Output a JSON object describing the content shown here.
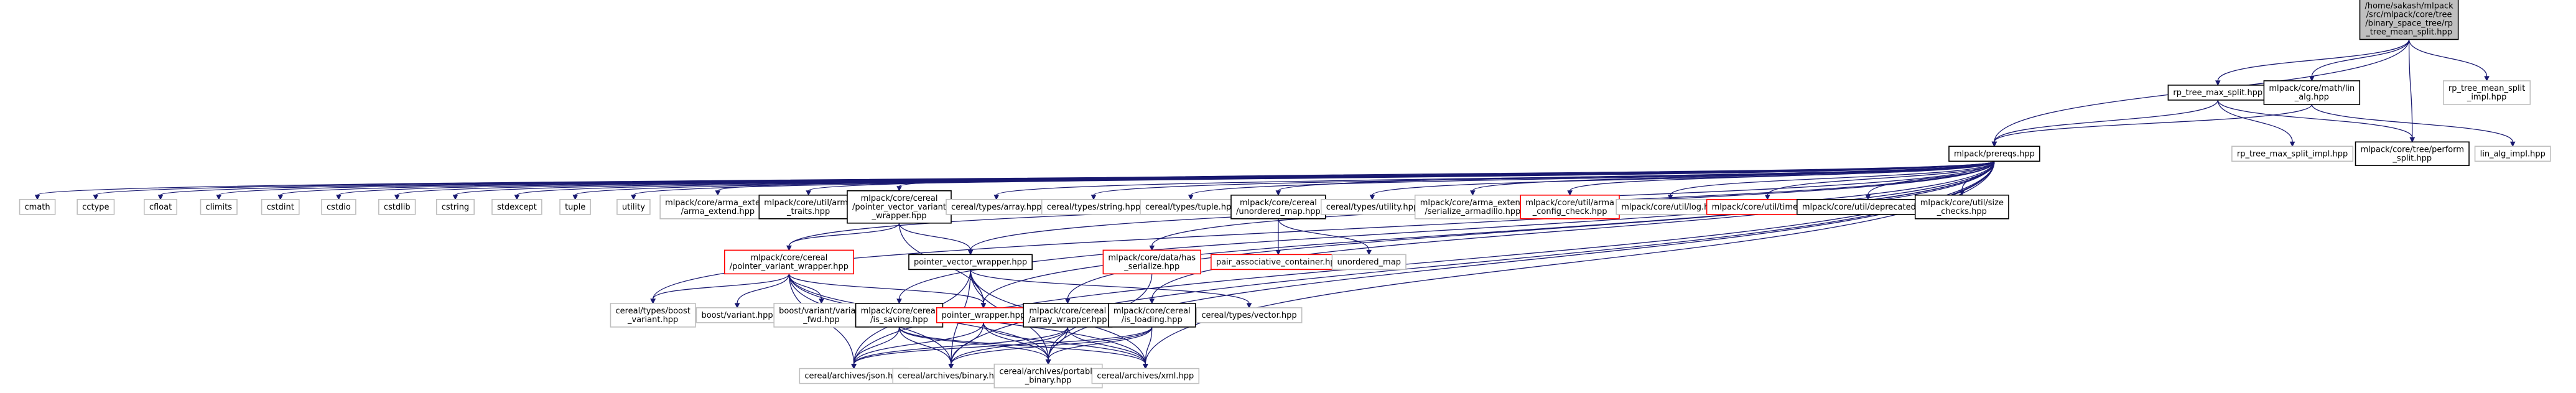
{
  "graph": {
    "nodes": [
      {
        "id": "root",
        "lines": [
          "/home/sakash/mlpack",
          "/src/mlpack/core/tree",
          "/binary_space_tree/rp",
          "_tree_mean_split.hpp"
        ],
        "style": "root"
      },
      {
        "id": "rpmax",
        "lines": [
          "rp_tree_max_split.hpp"
        ],
        "style": "normal"
      },
      {
        "id": "linalg",
        "lines": [
          "mlpack/core/math/lin",
          "_alg.hpp"
        ],
        "style": "normal"
      },
      {
        "id": "rpmeanimpl",
        "lines": [
          "rp_tree_mean_split",
          "_impl.hpp"
        ],
        "style": "leaf"
      },
      {
        "id": "prereqs",
        "lines": [
          "mlpack/prereqs.hpp"
        ],
        "style": "normal"
      },
      {
        "id": "rpmaximpl",
        "lines": [
          "rp_tree_max_split_impl.hpp"
        ],
        "style": "leaf"
      },
      {
        "id": "perform",
        "lines": [
          "mlpack/core/tree/perform",
          "_split.hpp"
        ],
        "style": "normal"
      },
      {
        "id": "linalgimpl",
        "lines": [
          "lin_alg_impl.hpp"
        ],
        "style": "leaf"
      },
      {
        "id": "cmath",
        "lines": [
          "cmath"
        ],
        "style": "leaf"
      },
      {
        "id": "cctype",
        "lines": [
          "cctype"
        ],
        "style": "leaf"
      },
      {
        "id": "cfloat",
        "lines": [
          "cfloat"
        ],
        "style": "leaf"
      },
      {
        "id": "climits",
        "lines": [
          "climits"
        ],
        "style": "leaf"
      },
      {
        "id": "cstdint",
        "lines": [
          "cstdint"
        ],
        "style": "leaf"
      },
      {
        "id": "cstdio",
        "lines": [
          "cstdio"
        ],
        "style": "leaf"
      },
      {
        "id": "cstdlib",
        "lines": [
          "cstdlib"
        ],
        "style": "leaf"
      },
      {
        "id": "cstring",
        "lines": [
          "cstring"
        ],
        "style": "leaf"
      },
      {
        "id": "stdexcept",
        "lines": [
          "stdexcept"
        ],
        "style": "leaf"
      },
      {
        "id": "tuple",
        "lines": [
          "tuple"
        ],
        "style": "leaf"
      },
      {
        "id": "utility",
        "lines": [
          "utility"
        ],
        "style": "leaf"
      },
      {
        "id": "armaextend",
        "lines": [
          "mlpack/core/arma_extend",
          "/arma_extend.hpp"
        ],
        "style": "leaf"
      },
      {
        "id": "armatraits",
        "lines": [
          "mlpack/core/util/arma",
          "_traits.hpp"
        ],
        "style": "normal"
      },
      {
        "id": "ptrvecvar",
        "lines": [
          "mlpack/core/cereal",
          "/pointer_vector_variant",
          "_wrapper.hpp"
        ],
        "style": "normal"
      },
      {
        "id": "array",
        "lines": [
          "cereal/types/array.hpp"
        ],
        "style": "leaf"
      },
      {
        "id": "string",
        "lines": [
          "cereal/types/string.hpp"
        ],
        "style": "leaf"
      },
      {
        "id": "tuplehpp",
        "lines": [
          "cereal/types/tuple.hpp"
        ],
        "style": "leaf"
      },
      {
        "id": "unordered",
        "lines": [
          "mlpack/core/cereal",
          "/unordered_map.hpp"
        ],
        "style": "normal"
      },
      {
        "id": "utilityhpp",
        "lines": [
          "cereal/types/utility.hpp"
        ],
        "style": "leaf"
      },
      {
        "id": "serarma",
        "lines": [
          "mlpack/core/arma_extend",
          "/serialize_armadillo.hpp"
        ],
        "style": "leaf"
      },
      {
        "id": "armacfg",
        "lines": [
          "mlpack/core/util/arma",
          "_config_check.hpp"
        ],
        "style": "red"
      },
      {
        "id": "log",
        "lines": [
          "mlpack/core/util/log.hpp"
        ],
        "style": "leaf"
      },
      {
        "id": "timers",
        "lines": [
          "mlpack/core/util/timers.hpp"
        ],
        "style": "red"
      },
      {
        "id": "deprecated",
        "lines": [
          "mlpack/core/util/deprecated.hpp"
        ],
        "style": "normal"
      },
      {
        "id": "sizechecks",
        "lines": [
          "mlpack/core/util/size",
          "_checks.hpp"
        ],
        "style": "normal"
      },
      {
        "id": "ptrvarwrap",
        "lines": [
          "mlpack/core/cereal",
          "/pointer_variant_wrapper.hpp"
        ],
        "style": "red"
      },
      {
        "id": "ptrvecwrap",
        "lines": [
          "pointer_vector_wrapper.hpp"
        ],
        "style": "normal"
      },
      {
        "id": "hasser",
        "lines": [
          "mlpack/core/data/has",
          "_serialize.hpp"
        ],
        "style": "red"
      },
      {
        "id": "pairassoc",
        "lines": [
          "pair_associative_container.hpp"
        ],
        "style": "red"
      },
      {
        "id": "unorderedmap",
        "lines": [
          "unordered_map"
        ],
        "style": "leaf"
      },
      {
        "id": "boostvarhpp",
        "lines": [
          "cereal/types/boost",
          "_variant.hpp"
        ],
        "style": "leaf"
      },
      {
        "id": "boostvariant",
        "lines": [
          "boost/variant.hpp"
        ],
        "style": "leaf"
      },
      {
        "id": "boostvarfwd",
        "lines": [
          "boost/variant/variant",
          "_fwd.hpp"
        ],
        "style": "leaf"
      },
      {
        "id": "issaving",
        "lines": [
          "mlpack/core/cereal",
          "/is_saving.hpp"
        ],
        "style": "normal"
      },
      {
        "id": "ptrwrap",
        "lines": [
          "pointer_wrapper.hpp"
        ],
        "style": "red"
      },
      {
        "id": "arraywrap",
        "lines": [
          "mlpack/core/cereal",
          "/array_wrapper.hpp"
        ],
        "style": "normal"
      },
      {
        "id": "isloading",
        "lines": [
          "mlpack/core/cereal",
          "/is_loading.hpp"
        ],
        "style": "normal"
      },
      {
        "id": "vector",
        "lines": [
          "cereal/types/vector.hpp"
        ],
        "style": "leaf"
      },
      {
        "id": "json",
        "lines": [
          "cereal/archives/json.hpp"
        ],
        "style": "leaf"
      },
      {
        "id": "binary",
        "lines": [
          "cereal/archives/binary.hpp"
        ],
        "style": "leaf"
      },
      {
        "id": "portable",
        "lines": [
          "cereal/archives/portable",
          "_binary.hpp"
        ],
        "style": "leaf"
      },
      {
        "id": "xml",
        "lines": [
          "cereal/archives/xml.hpp"
        ],
        "style": "leaf"
      }
    ],
    "edges": [
      [
        "root",
        "rpmax"
      ],
      [
        "root",
        "linalg"
      ],
      [
        "root",
        "rpmeanimpl"
      ],
      [
        "root",
        "prereqs"
      ],
      [
        "root",
        "perform"
      ],
      [
        "rpmax",
        "prereqs"
      ],
      [
        "rpmax",
        "rpmaximpl"
      ],
      [
        "rpmax",
        "perform"
      ],
      [
        "linalg",
        "prereqs"
      ],
      [
        "linalg",
        "linalgimpl"
      ],
      [
        "prereqs",
        "cmath"
      ],
      [
        "prereqs",
        "cctype"
      ],
      [
        "prereqs",
        "cfloat"
      ],
      [
        "prereqs",
        "climits"
      ],
      [
        "prereqs",
        "cstdint"
      ],
      [
        "prereqs",
        "cstdio"
      ],
      [
        "prereqs",
        "cstdlib"
      ],
      [
        "prereqs",
        "cstring"
      ],
      [
        "prereqs",
        "stdexcept"
      ],
      [
        "prereqs",
        "tuple"
      ],
      [
        "prereqs",
        "utility"
      ],
      [
        "prereqs",
        "armaextend"
      ],
      [
        "prereqs",
        "armatraits"
      ],
      [
        "prereqs",
        "ptrvecvar"
      ],
      [
        "prereqs",
        "array"
      ],
      [
        "prereqs",
        "string"
      ],
      [
        "prereqs",
        "tuplehpp"
      ],
      [
        "prereqs",
        "unordered"
      ],
      [
        "prereqs",
        "utilityhpp"
      ],
      [
        "prereqs",
        "serarma"
      ],
      [
        "prereqs",
        "armacfg"
      ],
      [
        "prereqs",
        "log"
      ],
      [
        "prereqs",
        "timers"
      ],
      [
        "prereqs",
        "deprecated"
      ],
      [
        "prereqs",
        "sizechecks"
      ],
      [
        "prereqs",
        "ptrvarwrap"
      ],
      [
        "prereqs",
        "ptrvecwrap"
      ],
      [
        "prereqs",
        "hasser"
      ],
      [
        "prereqs",
        "issaving"
      ],
      [
        "prereqs",
        "ptrwrap"
      ],
      [
        "prereqs",
        "arraywrap"
      ],
      [
        "prereqs",
        "isloading"
      ],
      [
        "prereqs",
        "boostvarhpp"
      ],
      [
        "prereqs",
        "json"
      ],
      [
        "prereqs",
        "binary"
      ],
      [
        "prereqs",
        "portable"
      ],
      [
        "prereqs",
        "xml"
      ],
      [
        "ptrvecvar",
        "ptrvarwrap"
      ],
      [
        "ptrvecvar",
        "ptrvecwrap"
      ],
      [
        "ptrvecvar",
        "ptrwrap"
      ],
      [
        "unordered",
        "pairassoc"
      ],
      [
        "unordered",
        "unorderedmap"
      ],
      [
        "ptrvarwrap",
        "boostvarhpp"
      ],
      [
        "ptrvarwrap",
        "boostvariant"
      ],
      [
        "ptrvarwrap",
        "boostvarfwd"
      ],
      [
        "ptrvarwrap",
        "ptrwrap"
      ],
      [
        "ptrvarwrap",
        "json"
      ],
      [
        "ptrvarwrap",
        "binary"
      ],
      [
        "ptrvarwrap",
        "portable"
      ],
      [
        "ptrvarwrap",
        "xml"
      ],
      [
        "ptrvecwrap",
        "ptrwrap"
      ],
      [
        "ptrvecwrap",
        "vector"
      ],
      [
        "ptrvecwrap",
        "json"
      ],
      [
        "ptrvecwrap",
        "binary"
      ],
      [
        "ptrvecwrap",
        "portable"
      ],
      [
        "ptrvecwrap",
        "xml"
      ],
      [
        "hasser",
        "portable"
      ],
      [
        "issaving",
        "json"
      ],
      [
        "issaving",
        "binary"
      ],
      [
        "issaving",
        "portable"
      ],
      [
        "issaving",
        "xml"
      ],
      [
        "ptrwrap",
        "json"
      ],
      [
        "ptrwrap",
        "binary"
      ],
      [
        "ptrwrap",
        "portable"
      ],
      [
        "ptrwrap",
        "xml"
      ],
      [
        "arraywrap",
        "json"
      ],
      [
        "arraywrap",
        "binary"
      ],
      [
        "arraywrap",
        "portable"
      ],
      [
        "arraywrap",
        "xml"
      ],
      [
        "isloading",
        "json"
      ],
      [
        "isloading",
        "binary"
      ],
      [
        "isloading",
        "portable"
      ],
      [
        "isloading",
        "xml"
      ]
    ]
  },
  "colors": {
    "edge": "#191970",
    "root_fill": "#bfbfbf",
    "normal_border": "#000000",
    "red_border": "#ff0000",
    "leaf_border": "#bfbfbf",
    "background": "#ffffff"
  }
}
